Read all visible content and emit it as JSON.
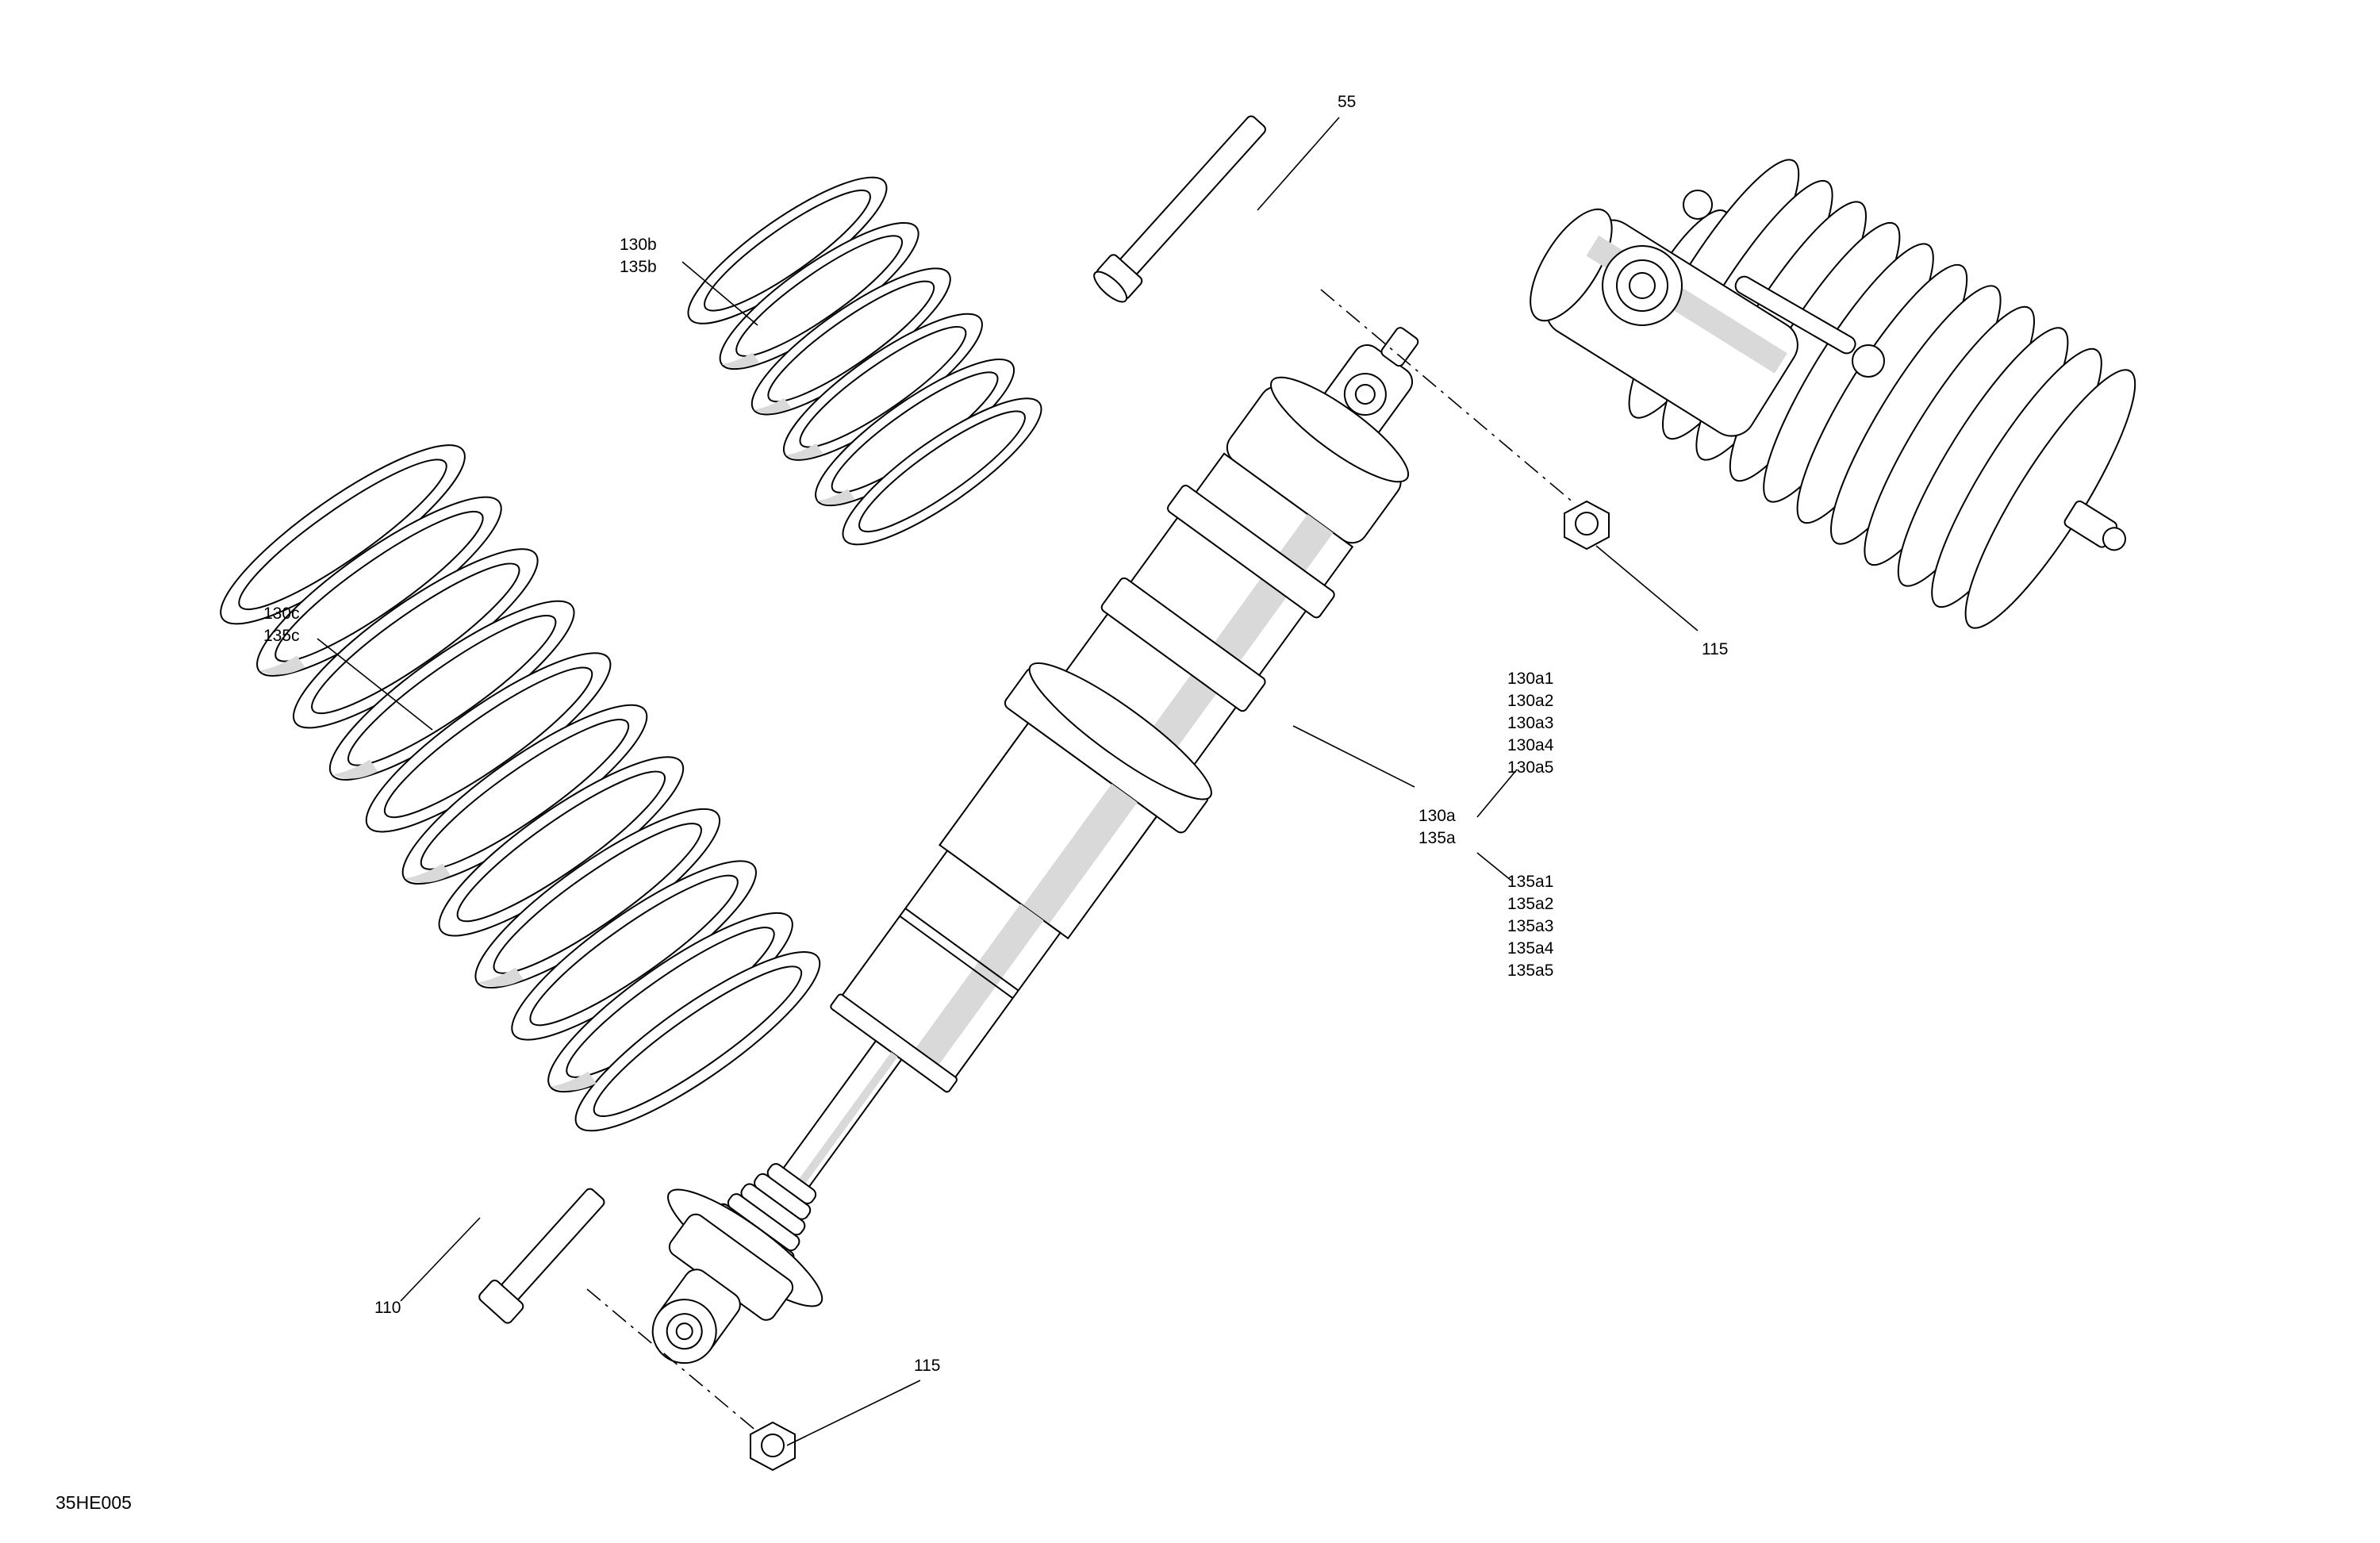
{
  "labels": {
    "bolt_top": "55",
    "spring_upper": [
      "130b",
      "135b"
    ],
    "spring_lower": [
      "130c",
      "135c"
    ],
    "nut_top": "115",
    "variants_130a": [
      "130a1",
      "130a2",
      "130a3",
      "130a4",
      "130a5"
    ],
    "shock_main": [
      "130a",
      "135a"
    ],
    "variants_135a": [
      "135a1",
      "135a2",
      "135a3",
      "135a4",
      "135a5"
    ],
    "bolt_bottom": "110",
    "nut_bottom": "115",
    "drawing_code": "35HE005"
  }
}
